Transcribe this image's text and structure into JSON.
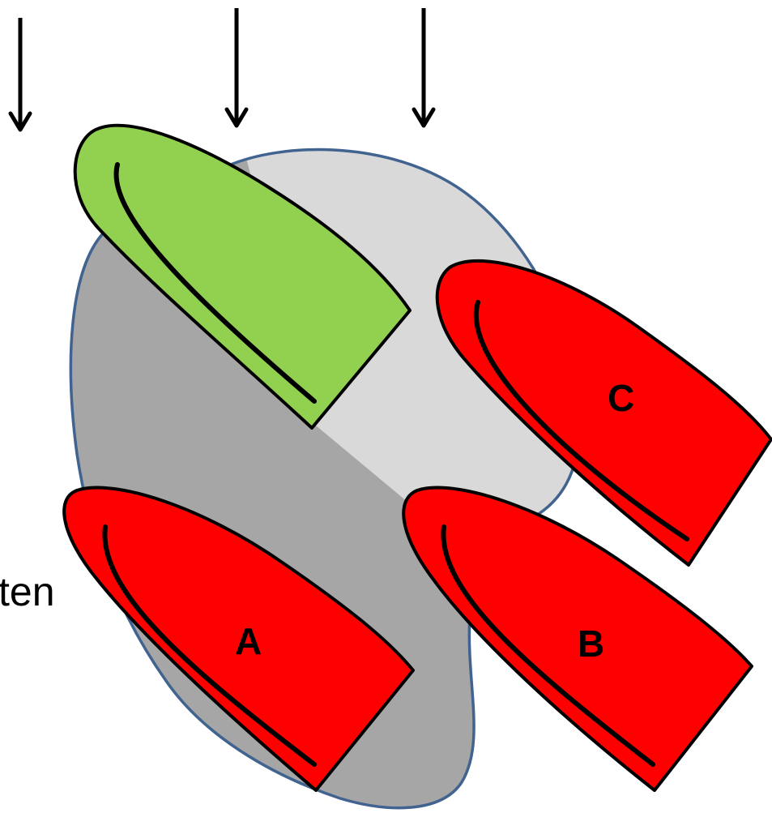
{
  "labels": {
    "boat_a": "A",
    "boat_b": "B",
    "boat_c": "C",
    "partial_text": "ten"
  },
  "colors": {
    "windward_boat": "#92d050",
    "leeward_boats": "#ff0000",
    "wind_shadow_dark": "#a6a6a6",
    "wind_shadow_light": "#d9d9d9",
    "shadow_outline": "#41638f",
    "wind_arrows": "#000000"
  },
  "icons": {
    "wind": "down-arrow-icon"
  }
}
